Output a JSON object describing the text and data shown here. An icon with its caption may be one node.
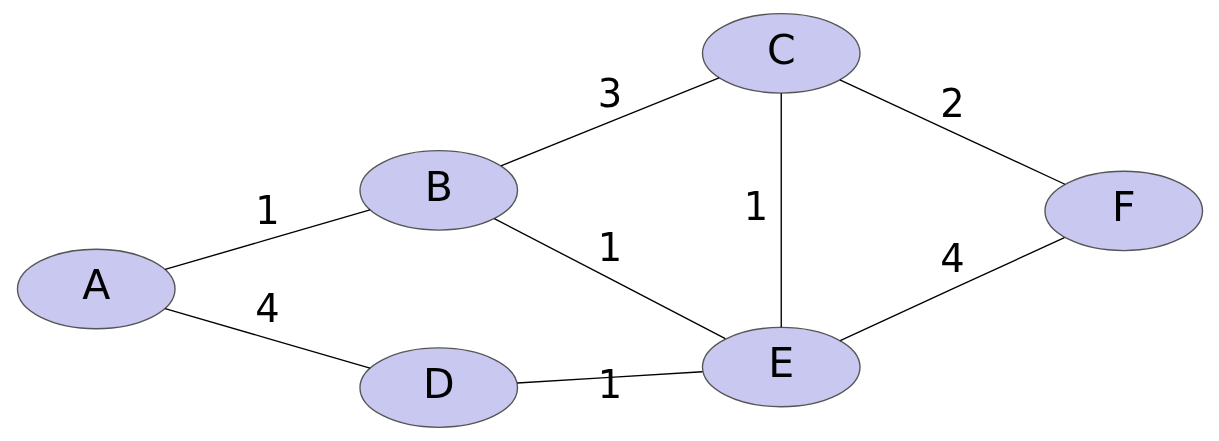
{
  "diagram": {
    "nodes": [
      {
        "text": [
          "A"
        ]
      },
      {
        "text": [
          "B"
        ]
      },
      {
        "text": [
          "C"
        ]
      },
      {
        "text": [
          "D"
        ]
      },
      {
        "text": [
          "E"
        ]
      },
      {
        "text": [
          "F"
        ]
      }
    ],
    "edges": [
      {
        "from": 0,
        "to": 1,
        "arrow": "none",
        "label": "1"
      },
      {
        "from": 0,
        "to": 3,
        "arrow": "none",
        "label": "4"
      },
      {
        "from": 1,
        "to": 2,
        "arrow": "none",
        "label": "3"
      },
      {
        "from": 1,
        "to": 4,
        "arrow": "none",
        "label": "1"
      },
      {
        "from": 2,
        "to": 4,
        "arrow": "none",
        "label": "1"
      },
      {
        "from": 2,
        "to": 5,
        "arrow": "none",
        "label": "2"
      },
      {
        "from": 3,
        "to": 4,
        "arrow": "none",
        "label": "1"
      },
      {
        "from": 4,
        "to": 5,
        "arrow": "none",
        "label": "4"
      }
    ]
  }
}
